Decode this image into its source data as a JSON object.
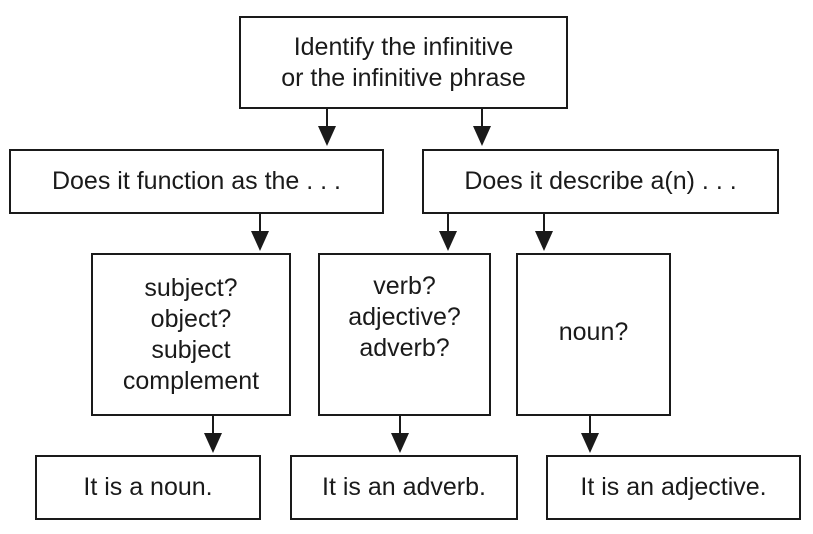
{
  "diagram": {
    "start": {
      "lines": [
        "Identify the infinitive",
        "or the infinitive phrase"
      ]
    },
    "function_question": "Does it function as the . . .",
    "describe_question": "Does it describe a(n) . . .",
    "options_noun": [
      "subject?",
      "object?",
      "subject",
      "complement"
    ],
    "options_adverb": [
      "verb?",
      "adjective?",
      "adverb?"
    ],
    "options_adjective": [
      "noun?"
    ],
    "result_noun": "It is a noun.",
    "result_adverb": "It is an adverb.",
    "result_adjective": "It is an adjective."
  }
}
